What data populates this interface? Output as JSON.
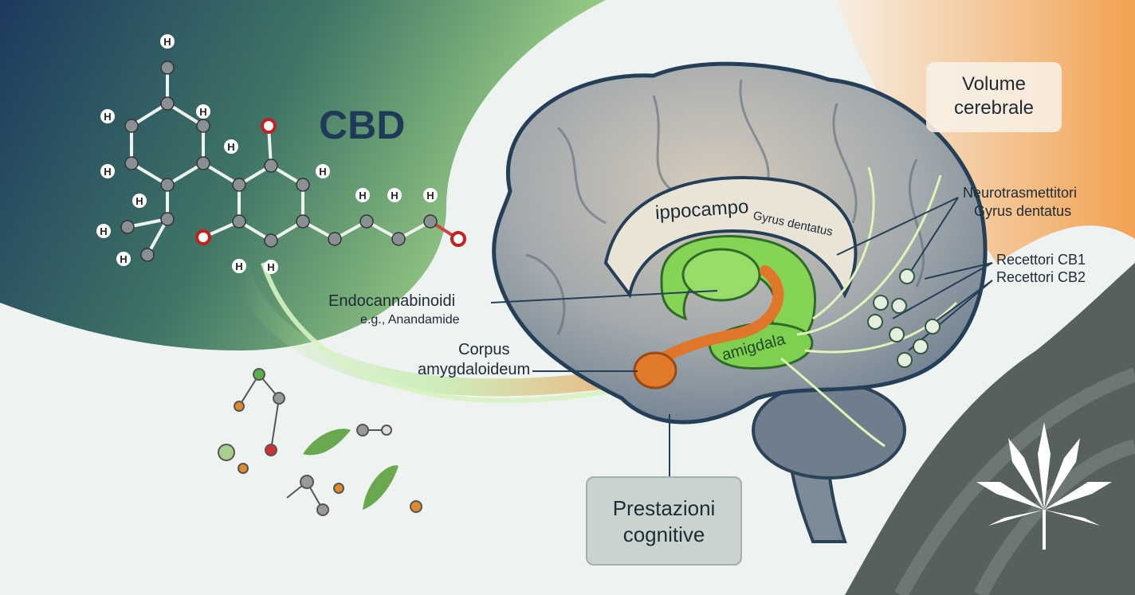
{
  "title": "CBD",
  "molecule": {
    "hydrogen_label": "H"
  },
  "labels": {
    "volume": "Volume cerebrale",
    "neurotransmitters": "Neurotrasmettitori",
    "gyrus_right": "Gyrus dentatus",
    "cb1": "Recettori CB1",
    "cb2": "Recettori CB2",
    "endocannabinoids": "Endocannabinoidi",
    "anandamide": "e.g., Anandamide",
    "corpus": "Corpus",
    "amygdaloideum": "amygdaloideum",
    "hippocampus": "ippocampo",
    "gyrus_inner": "Gyrus dentatus",
    "amygdala": "amigdala",
    "cognitive": "Prestazioni cognitive"
  },
  "colors": {
    "navy": "#1f3f62",
    "green": "#8fd36a",
    "orange": "#f0a050",
    "brain": "#8d99a6",
    "hippocampus": "#7fd24a",
    "amygdala": "#e0762a",
    "text": "#1d2b36"
  }
}
